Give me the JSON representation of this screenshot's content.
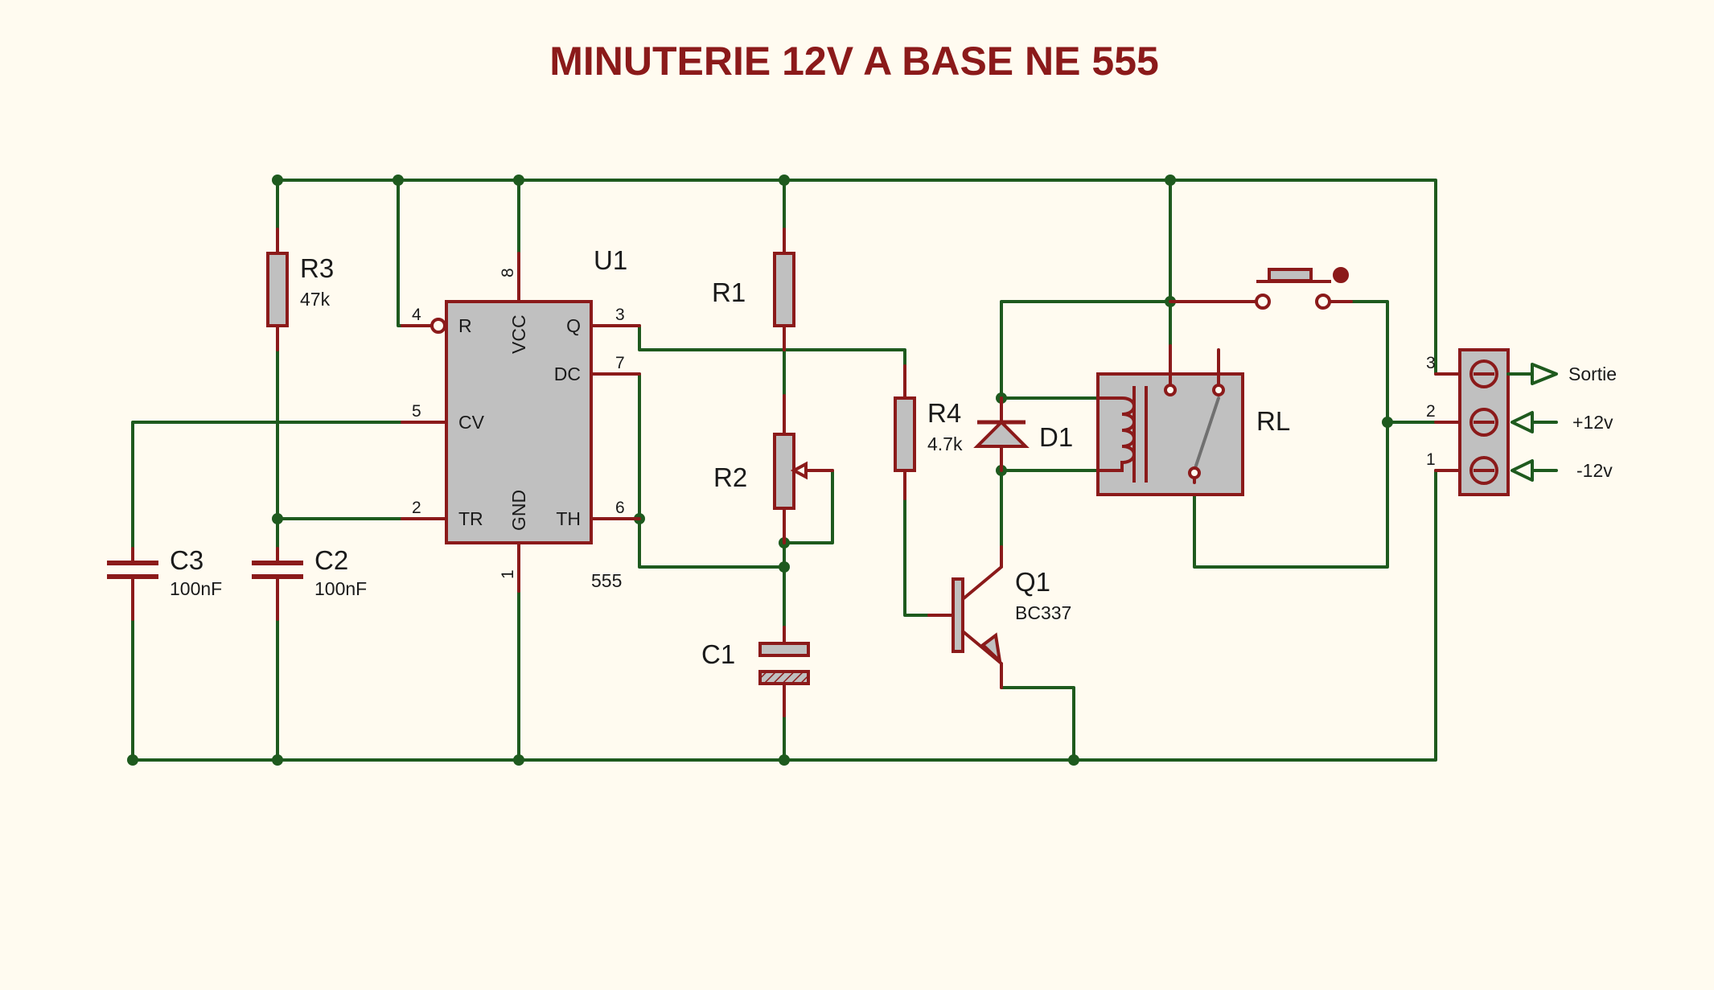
{
  "title": "MINUTERIE 12V A BASE NE 555",
  "components": {
    "r3": {
      "ref": "R3",
      "value": "47k"
    },
    "r1": {
      "ref": "R1"
    },
    "r2": {
      "ref": "R2"
    },
    "r4": {
      "ref": "R4",
      "value": "4.7k"
    },
    "c1": {
      "ref": "C1"
    },
    "c2": {
      "ref": "C2",
      "value": "100nF"
    },
    "c3": {
      "ref": "C3",
      "value": "100nF"
    },
    "d1": {
      "ref": "D1"
    },
    "q1": {
      "ref": "Q1",
      "value": "BC337"
    },
    "rl": {
      "ref": "RL"
    },
    "u1": {
      "ref": "U1",
      "value": "555",
      "pins": {
        "r": "R",
        "vcc": "VCC",
        "q": "Q",
        "dc": "DC",
        "cv": "CV",
        "tr": "TR",
        "gnd": "GND",
        "th": "TH"
      },
      "pin_numbers": {
        "p1": "1",
        "p2": "2",
        "p3": "3",
        "p4": "4",
        "p5": "5",
        "p6": "6",
        "p7": "7",
        "p8": "8"
      }
    },
    "connector": {
      "pin_numbers": {
        "p1": "1",
        "p2": "2",
        "p3": "3"
      },
      "labels": {
        "sortie": "Sortie",
        "plus12": "+12v",
        "minus12": "-12v"
      }
    }
  },
  "colors": {
    "wire": "#1e5a1e",
    "component_outline": "#8b1a1a",
    "component_fill": "#c0c0c0",
    "background": "#fffbf0",
    "title": "#8b1a1a"
  }
}
